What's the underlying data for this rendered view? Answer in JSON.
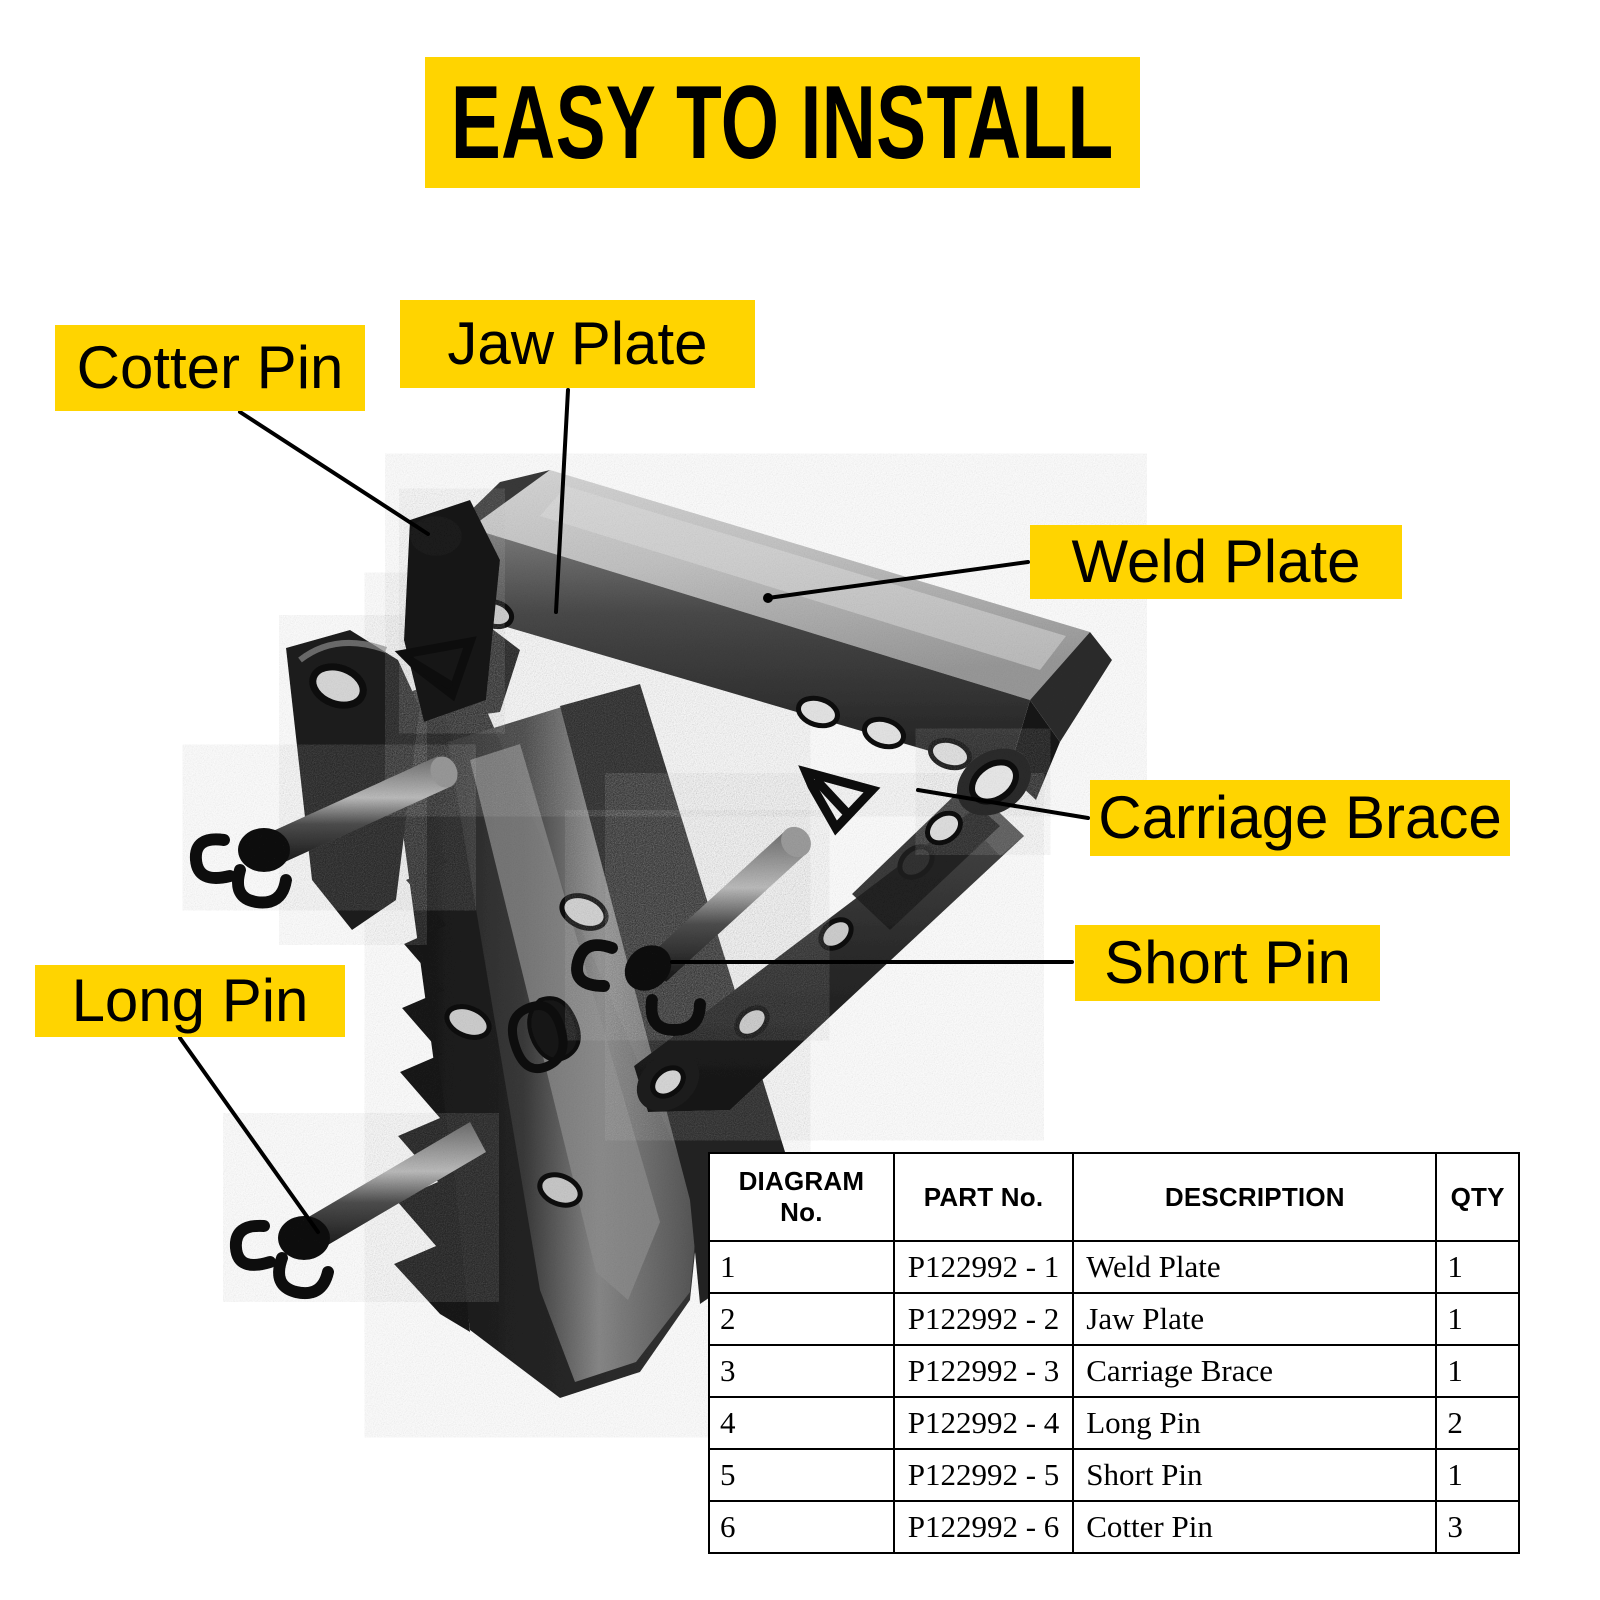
{
  "title": {
    "text": "EASY TO INSTALL"
  },
  "colors": {
    "banner_yellow": "#FFD400",
    "text_black": "#000000",
    "background": "#FFFFFF"
  },
  "callouts": [
    {
      "id": "cotter-pin",
      "label": "Cotter Pin"
    },
    {
      "id": "jaw-plate",
      "label": "Jaw Plate"
    },
    {
      "id": "weld-plate",
      "label": "Weld Plate"
    },
    {
      "id": "carriage-brace",
      "label": "Carriage Brace"
    },
    {
      "id": "short-pin",
      "label": "Short Pin"
    },
    {
      "id": "long-pin",
      "label": "Long Pin"
    }
  ],
  "parts_table": {
    "headers": {
      "diagram_line1": "DIAGRAM",
      "diagram_line2": "No.",
      "part_no": "PART No.",
      "description": "DESCRIPTION",
      "qty": "QTY"
    },
    "rows": [
      {
        "diagram_no": "1",
        "part_no": "P122992 - 1",
        "description": "Weld Plate",
        "qty": "1"
      },
      {
        "diagram_no": "2",
        "part_no": "P122992 - 2",
        "description": "Jaw Plate",
        "qty": "1"
      },
      {
        "diagram_no": "3",
        "part_no": "P122992 - 3",
        "description": "Carriage Brace",
        "qty": "1"
      },
      {
        "diagram_no": "4",
        "part_no": "P122992 - 4",
        "description": "Long Pin",
        "qty": "2"
      },
      {
        "diagram_no": "5",
        "part_no": "P122992 - 5",
        "description": "Short Pin",
        "qty": "1"
      },
      {
        "diagram_no": "6",
        "part_no": "P122992 - 6",
        "description": "Cotter Pin",
        "qty": "3"
      }
    ]
  }
}
